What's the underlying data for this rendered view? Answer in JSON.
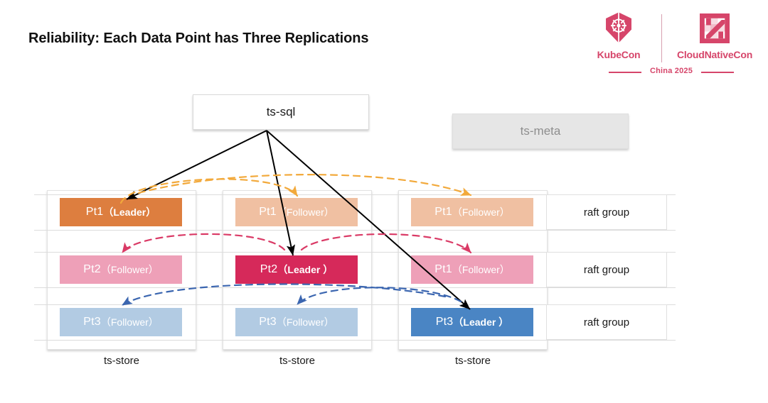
{
  "title": "Reliability: Each Data Point has Three Replications",
  "logo": {
    "kubecon_label": "KubeCon",
    "cloudnativecon_label": "CloudNativeCon",
    "event_year": "China 2025",
    "kubecon_icon": "kubernetes-helm-icon",
    "cloudnativecon_icon": "cncf-square-icon",
    "brand_color": "#d6456a"
  },
  "nodes": {
    "ts_sql": "ts-sql",
    "ts_meta": "ts-meta"
  },
  "store_columns": [
    {
      "label": "ts-store"
    },
    {
      "label": "ts-store"
    },
    {
      "label": "ts-store"
    }
  ],
  "raft_groups": [
    {
      "label": "raft group"
    },
    {
      "label": "raft group"
    },
    {
      "label": "raft group"
    }
  ],
  "partitions": {
    "row1": [
      {
        "pt": "Pt1",
        "role": "（Leader）",
        "is_leader": true,
        "color": "#dd7e3f"
      },
      {
        "pt": "Pt1",
        "role": "（Follower）",
        "is_leader": false,
        "color": "#f0c0a2"
      },
      {
        "pt": "Pt1",
        "role": "（Follower）",
        "is_leader": false,
        "color": "#f0c0a2"
      }
    ],
    "row2": [
      {
        "pt": "Pt2",
        "role": "（Follower）",
        "is_leader": false,
        "color": "#eea0b8"
      },
      {
        "pt": "Pt2",
        "role": "（Leader ）",
        "is_leader": true,
        "color": "#d6295a"
      },
      {
        "pt": "Pt1",
        "role": "（Follower）",
        "is_leader": false,
        "color": "#eea0b8"
      }
    ],
    "row3": [
      {
        "pt": "Pt3",
        "role": "（Follower）",
        "is_leader": false,
        "color": "#b2cbe3"
      },
      {
        "pt": "Pt3",
        "role": "（Follower）",
        "is_leader": false,
        "color": "#b2cbe3"
      },
      {
        "pt": "Pt3",
        "role": "（Leader ）",
        "is_leader": true,
        "color": "#4a85c4"
      }
    ]
  },
  "edges": {
    "leader_arrow_color": "#000000",
    "replication_colors": {
      "row1": "#f2a93b",
      "row2": "#da3a66",
      "row3": "#3b66b0"
    }
  }
}
